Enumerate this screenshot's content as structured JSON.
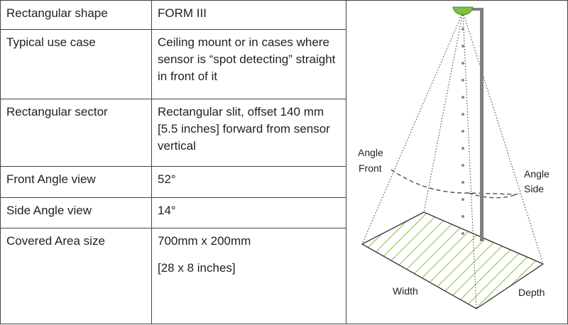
{
  "table": {
    "rows": [
      {
        "label": "Rectangular shape",
        "value": "FORM III"
      },
      {
        "label": "Typical use case",
        "value": "Ceiling mount or in cases where sensor is “spot detecting” straight in front of it"
      },
      {
        "label": "Rectangular sector",
        "value": "Rectangular slit, offset 140 mm [5.5 inches] forward from sensor vertical"
      },
      {
        "label": "Front Angle view",
        "value": "52°"
      },
      {
        "label": "Side Angle view",
        "value": "14°"
      },
      {
        "label": "Covered Area size",
        "value": "700mm x 200mm",
        "value_extra": "[28 x 8 inches]"
      }
    ]
  },
  "diagram": {
    "labels": {
      "angle_front_1": "Angle",
      "angle_front_2": "Front",
      "angle_side_1": "Angle",
      "angle_side_2": "Side",
      "width": "Width",
      "depth": "Depth"
    },
    "colors": {
      "sensor": "#7cc142",
      "hatch": "#8dc63f",
      "pole": "#7f7f7f",
      "lines": "#333333"
    }
  }
}
